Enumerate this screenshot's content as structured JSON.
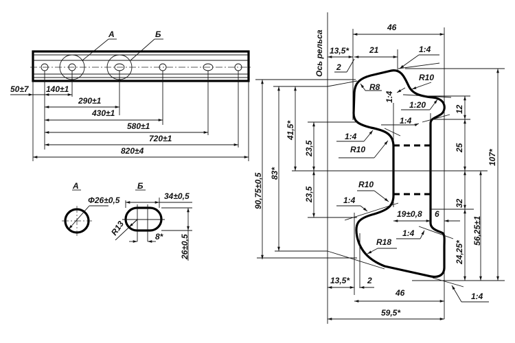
{
  "bar": {
    "callout_a": "А",
    "callout_b": "Б",
    "dims": [
      "50±7",
      "140±1",
      "290±1",
      "430±1",
      "580±1",
      "720±1",
      "820±4"
    ]
  },
  "hole_a": {
    "label": "А",
    "diameter": "Φ26±0,5"
  },
  "hole_b": {
    "label": "Б",
    "width": "34±0,5",
    "radius": "R13",
    "offset": "8*",
    "height": "26±0,5"
  },
  "profile": {
    "axis_label": "Ось рельса",
    "top_width": "46",
    "top_left_offset": "13,5*",
    "top_21": "21",
    "top_2": "2",
    "slope_top": "1:4",
    "r10_head": "R10",
    "r8": "R8",
    "slope_vert": "1:4",
    "slope_120": "1:20",
    "dim_12": "12",
    "slope_head_under": "1:4",
    "dim_41_5": "41,5*",
    "dim_23_5_top": "23,5",
    "slope_left_head": "1:4",
    "r10_left_head": "R10",
    "dim_25": "25",
    "dim_107": "107*",
    "dim_83": "83*",
    "dim_90_75": "90,75±0,5",
    "dim_23_5_bottom": "23,5",
    "r10_base": "R10",
    "slope_base_left": "1:4",
    "dim_19": "19±0,8",
    "dim_6": "6",
    "dim_32": "32",
    "dim_56_25": "56,25±1",
    "slope_base_right": "1:4",
    "r18": "R18",
    "dim_24_25": "24,25*",
    "bottom_13_5": "13,5*",
    "bottom_2": "2",
    "bottom_46": "46",
    "slope_bottom": "1:4",
    "bottom_59_5": "59,5*"
  }
}
